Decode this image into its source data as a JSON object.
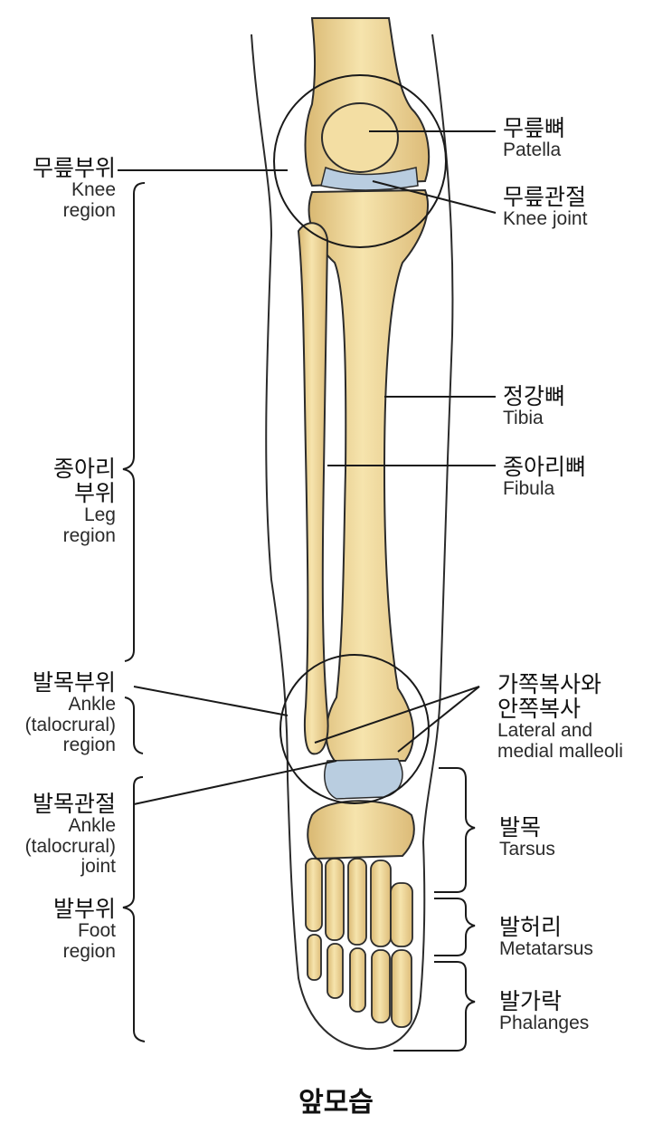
{
  "caption": "앞모습",
  "labels_right": [
    {
      "id": "patella",
      "ko": "무릎뼈",
      "en": "Patella"
    },
    {
      "id": "knee-joint",
      "ko": "무릎관절",
      "en": "Knee joint"
    },
    {
      "id": "tibia",
      "ko": "정강뼈",
      "en": "Tibia"
    },
    {
      "id": "fibula",
      "ko": "종아리뼈",
      "en": "Fibula"
    },
    {
      "id": "malleoli",
      "ko1": "가쪽복사와",
      "ko2": "안쪽복사",
      "en1": "Lateral and",
      "en2": "medial malleoli"
    },
    {
      "id": "tarsus",
      "ko": "발목",
      "en": "Tarsus"
    },
    {
      "id": "metatarsus",
      "ko": "발허리",
      "en": "Metatarsus"
    },
    {
      "id": "phalanges",
      "ko": "발가락",
      "en": "Phalanges"
    }
  ],
  "labels_left": [
    {
      "id": "knee-region",
      "ko": "무릎부위",
      "en1": "Knee",
      "en2": "region"
    },
    {
      "id": "leg-region",
      "ko1": "종아리",
      "ko2": "부위",
      "en1": "Leg",
      "en2": "region"
    },
    {
      "id": "ankle-region",
      "ko": "발목부위",
      "en1": "Ankle",
      "en2": "(talocrural)",
      "en3": "region"
    },
    {
      "id": "ankle-joint",
      "ko": "발목관절",
      "en1": "Ankle",
      "en2": "(talocrural)",
      "en3": "joint"
    },
    {
      "id": "foot-region",
      "ko": "발부위",
      "en1": "Foot",
      "en2": "region"
    }
  ],
  "colors": {
    "bone": "#f3dea3",
    "bone_shade": "#d9b872",
    "outline": "#2b2b2b",
    "cartilage": "#b9cde0",
    "line": "#1a1a1a"
  }
}
